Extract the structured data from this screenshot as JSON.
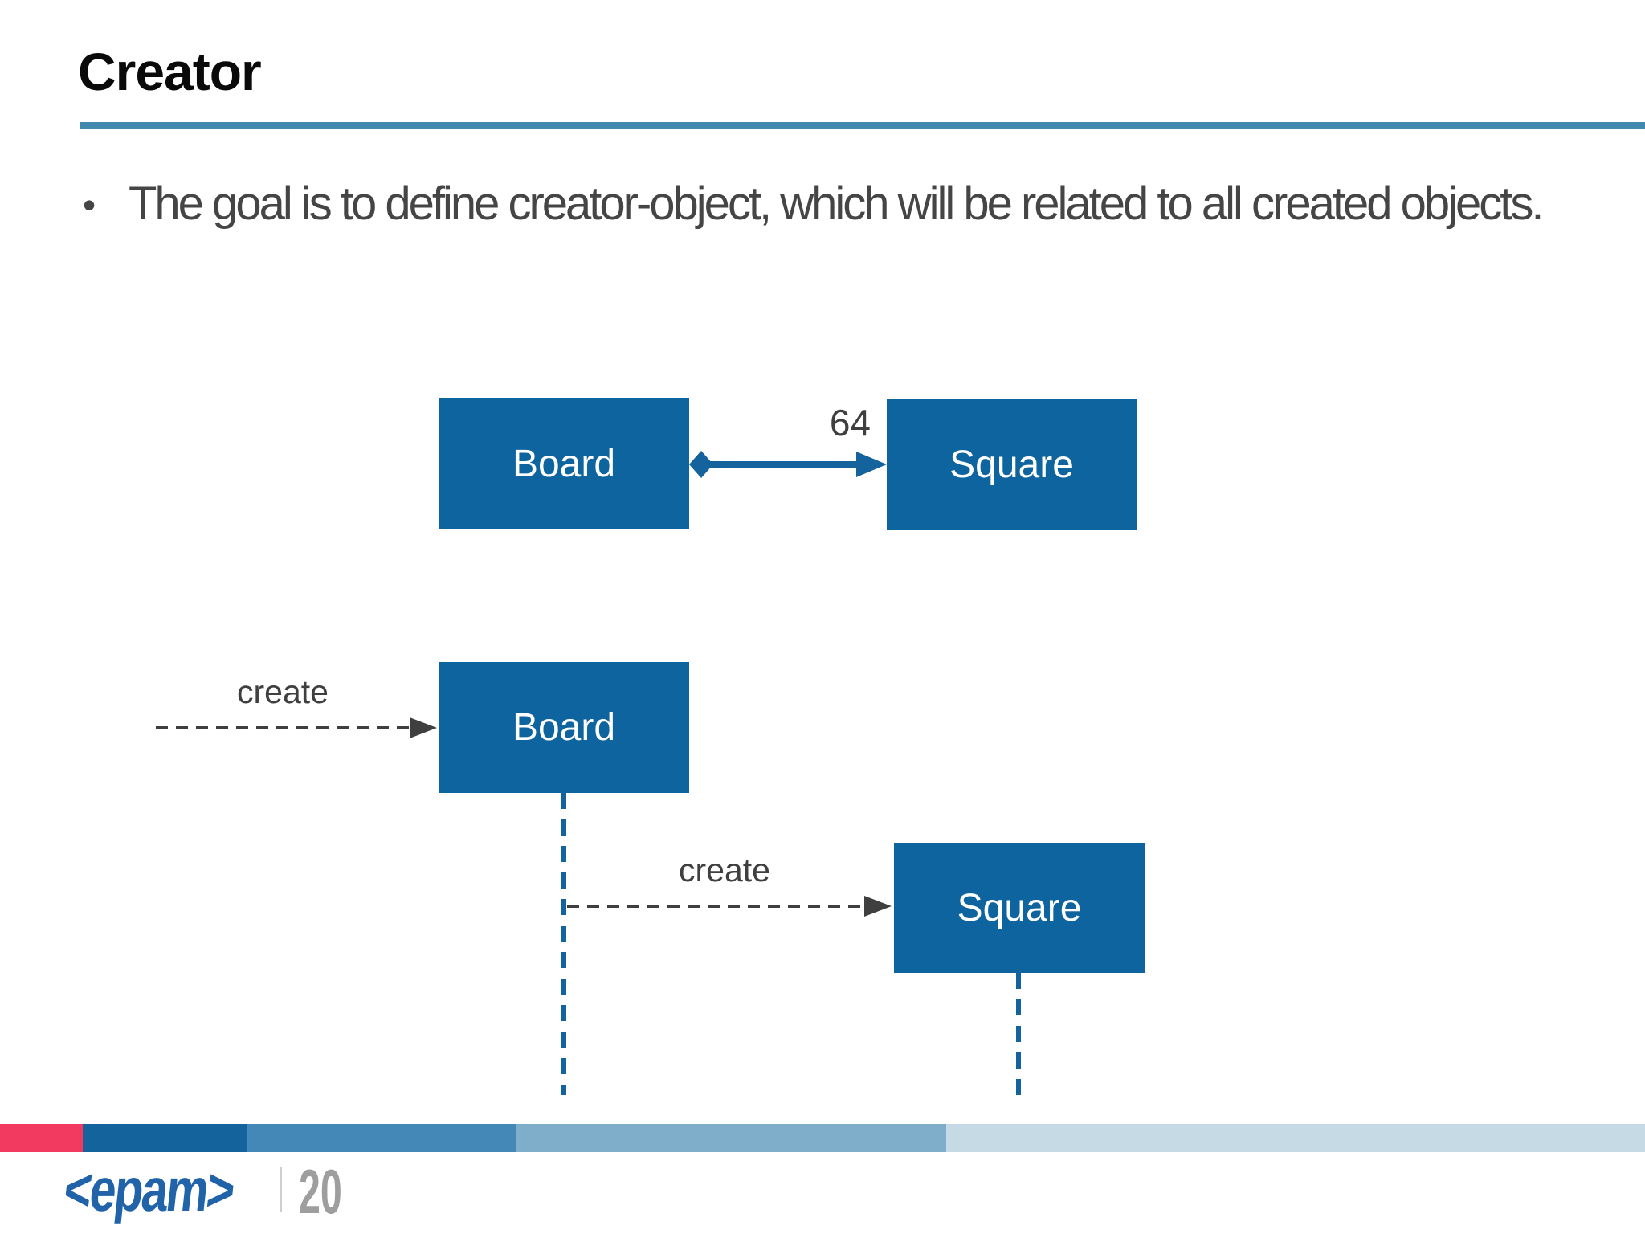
{
  "colors": {
    "title_text": "#0a0a0a",
    "body_text": "#454545",
    "label_text": "#3f3f3f",
    "accent_rule": "#4389ae",
    "box_fill": "#0e649e",
    "connector": "#15639c",
    "logo_blue": "#2063a9",
    "page_gray": "#9e9e9e",
    "separator_gray": "#cfcfcf"
  },
  "slide": {
    "title": "Creator",
    "bullet_marker": "•",
    "bullet_text": "The goal is to define creator-object, which will be related to all created objects."
  },
  "class_diagram": {
    "board_label": "Board",
    "square_label": "Square",
    "multiplicity": "64"
  },
  "sequence_diagram": {
    "create_label_1": "create",
    "board_label": "Board",
    "create_label_2": "create",
    "square_label": "Square"
  },
  "footer": {
    "logo_text": "<epam>",
    "page_number": "20",
    "bar_colors": [
      "#f23a61",
      "#15639c",
      "#4388b6",
      "#7faecb",
      "#c5dae5"
    ]
  }
}
